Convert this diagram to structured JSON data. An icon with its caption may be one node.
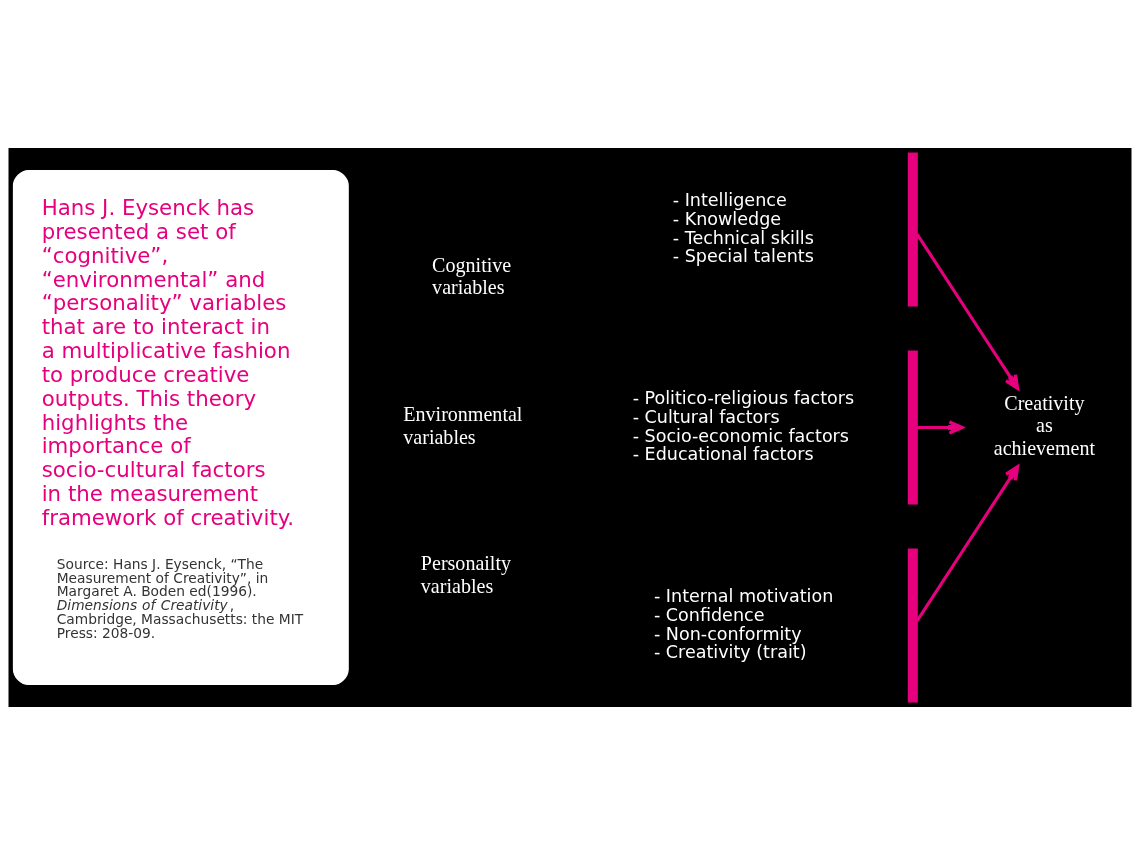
{
  "diagram": {
    "nodes": [
      {
        "text": [
          "Hans J. Eysenck has presented a set of “cognitive”, “environmental” and “personality” variables that are to interact in a multiplicative fashion to produce creative outputs. This theory highlights the importance of socio-cultural factors in the measurement framework of creativity.",
          "Source: Hans J. Eysenck, “The Measurement of Creativity”, in Margaret A. Boden ed(1996). *Dimensions of Creativity*, Cambridge, Massachusetts: the MIT Press: 208-09."
        ]
      },
      {
        "text": [],
        "shape": "bar",
        "beside": [
          "- Intelligence",
          "- Knowledge",
          "- Technical skills",
          "- Special talents"
        ]
      },
      {
        "text": [],
        "shape": "bar",
        "beside": [
          "- Politico-religious factors",
          "- Cultural factors",
          "- Socio-economic factors",
          "- Educational factors"
        ]
      },
      {
        "text": [],
        "shape": "bar",
        "beside": [
          "- Internal motivation",
          "- Confidence",
          "- Non-conformity",
          "- Creativity (trait)"
        ]
      },
      {
        "text": [
          "Creativity as achievement"
        ]
      }
    ],
    "edges": [
      {
        "from": 1,
        "to": 4,
        "arrow": "to"
      },
      {
        "from": 2,
        "to": 4,
        "arrow": "to"
      },
      {
        "from": 3,
        "to": 4,
        "arrow": "to"
      }
    ],
    "labels": [
      "Cognitive variables",
      "Environmental variables",
      "Personailty variables"
    ]
  }
}
